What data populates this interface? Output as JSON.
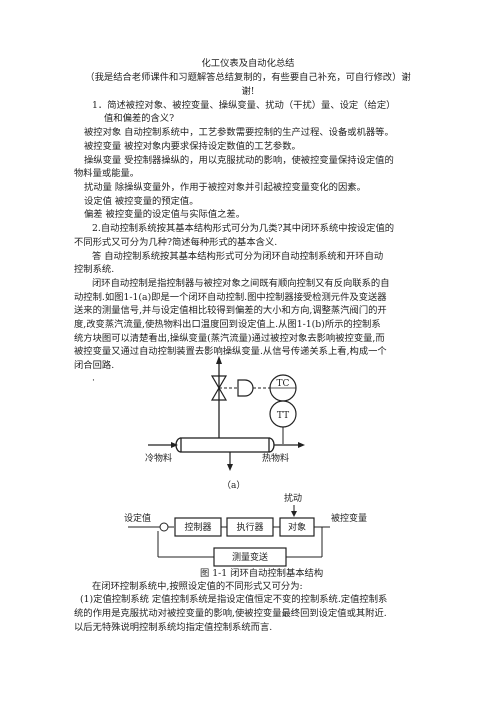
{
  "doc": {
    "title": "化工仪表及自动化总结",
    "subtitle1": "（我是结合老师课件和习题解答总结复制的，有些要自己补充，可自行修改）谢",
    "subtitle2": "谢!",
    "q1_line1": "1．简述被控对象、被控变量、操纵变量、扰动（干扰）量、设定（给定）",
    "q1_line2": "值和偏差的含义?",
    "def_object": "被控对象  自动控制系统中，工艺参数需要控制的生产过程、设备或机器等。",
    "def_cv": "被控变量  被控对象内要求保持设定数值的工艺参数。",
    "def_mv_1": "操纵变量  受控制器操纵的，用以克服扰动的影响，使被控变量保持设定值的",
    "def_mv_2": "物料量或能量。",
    "def_dist": "扰动量  除操纵变量外，作用于被控对象并引起被控变量变化的因素。",
    "def_sp": "设定值  被控变量的预定值。",
    "def_err": "偏差    被控变量的设定值与实际值之差。",
    "q2_line1": "2.自动控制系统按其基本结构形式可分为几类?其中闭环系统中按设定值的",
    "q2_line2": "不同形式又可分为几种?简述每种形式的基本含义.",
    "a2_line1": "答    自动控制系统按其基本结构形式可分为闭环自动控制系统和开环自动",
    "a2_line2": "控制系统.",
    "p_line1": "闭环自动控制是指控制器与被控对象之间既有顺向控制又有反向联系的自",
    "p_line2": "动控制.如图1-1(a)即是一个闭环自动控制.图中控制器接受检测元件及变送器",
    "p_line3": "送来的测量信号,并与设定值相比较得到偏差的大小和方向,调整蒸汽阀门的开",
    "p_line4": "度,改变蒸汽流量,使热物料出口温度回到设定值上.从图1-1(b)所示的控制系",
    "p_line5": "统方块图可以清楚看出,操纵变量(蒸汽流量)通过被控对象去影响被控变量,而",
    "p_line6": "被控变量又通过自动控制装置去影响操纵变量.从信号传递关系上看,构成一个",
    "p_line7": "闭合回路.",
    "dot": "·",
    "fig_caption": "图 1-1  闭环自动控制基本结构",
    "p2_line1": "在闭环控制系统中,按照设定值的不同形式又可分为:",
    "p3_line1": "(1)定值控制系统   定值控制系统是指设定值恒定不变的控制系统.定值控制系",
    "p3_line2": "统的作用是克服扰动对被控变量的影响,使被控变量最终回到设定值或其附近.",
    "p3_line3": "以后无特殊说明控制系统均指定值控制系统而言."
  },
  "fig_a": {
    "tc": "TC",
    "tt": "TT",
    "cold": "冷物料",
    "hot": "热物料",
    "label": "（a）"
  },
  "fig_b": {
    "disturbance": "扰动",
    "setpoint": "设定值",
    "controller": "控制器",
    "actuator": "执行器",
    "object": "对象",
    "output": "被控变量",
    "measure": "测量变送"
  }
}
